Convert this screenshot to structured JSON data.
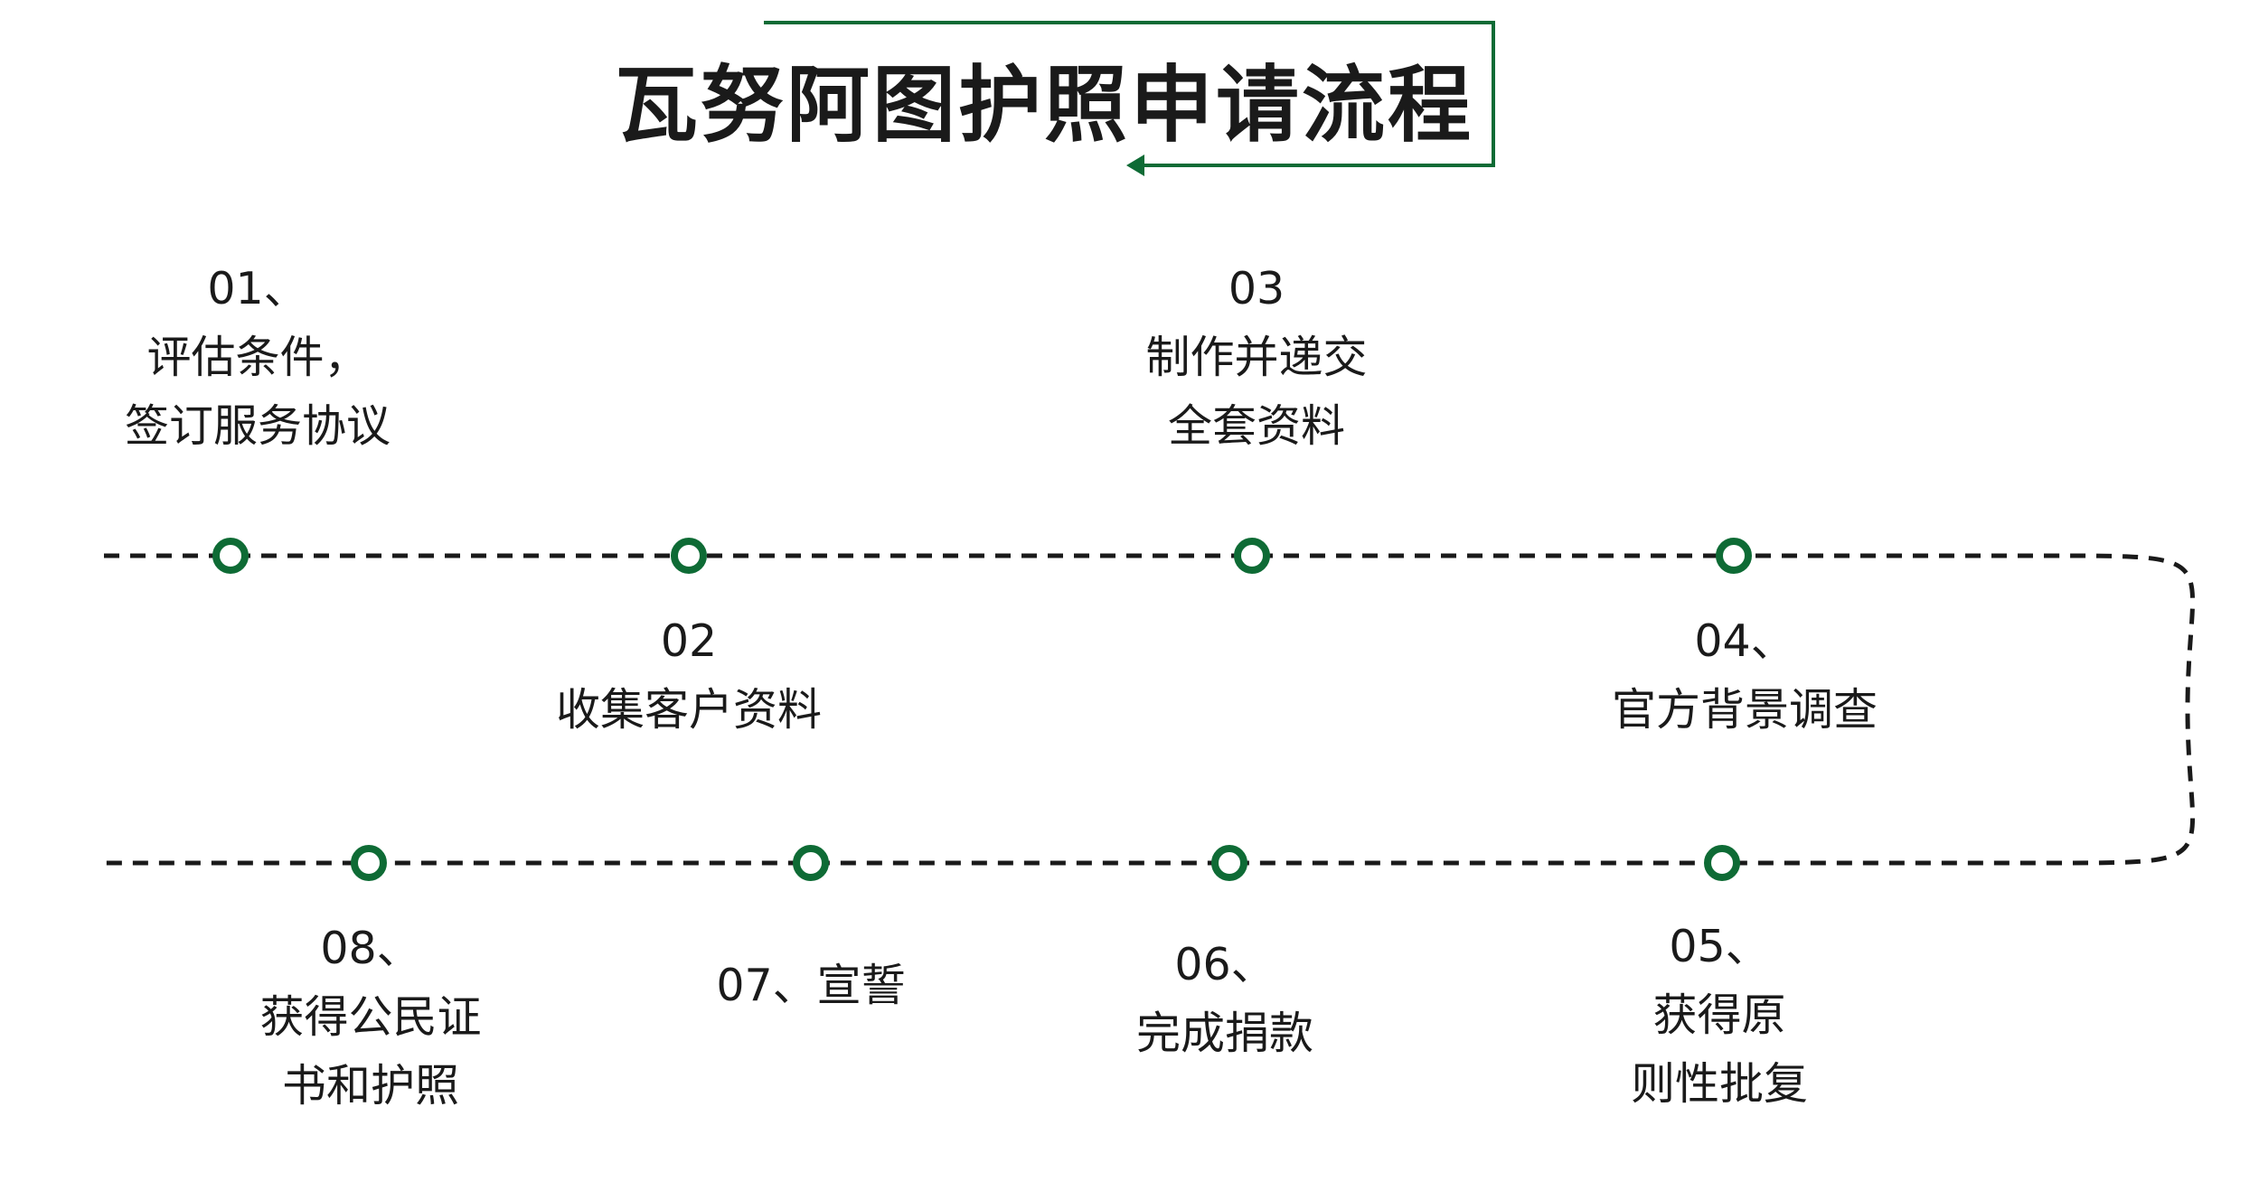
{
  "title": "瓦努阿图护照申请流程",
  "colors": {
    "accent": "#0e6b35",
    "line": "#1a1a1a",
    "text": "#1a1a1a"
  },
  "steps": [
    {
      "lines": [
        "01、",
        "评估条件，",
        "签订服务协议"
      ]
    },
    {
      "lines": [
        "02",
        "收集客户资料"
      ]
    },
    {
      "lines": [
        "03",
        "制作并递交",
        "全套资料"
      ]
    },
    {
      "lines": [
        "04、",
        "官方背景调查"
      ]
    },
    {
      "lines": [
        "05、",
        "获得原",
        "则性批复"
      ]
    },
    {
      "lines": [
        "06、",
        "完成捐款"
      ]
    },
    {
      "lines": [
        "07、宣誓"
      ]
    },
    {
      "lines": [
        "08、",
        "获得公民证",
        "书和护照"
      ]
    }
  ]
}
